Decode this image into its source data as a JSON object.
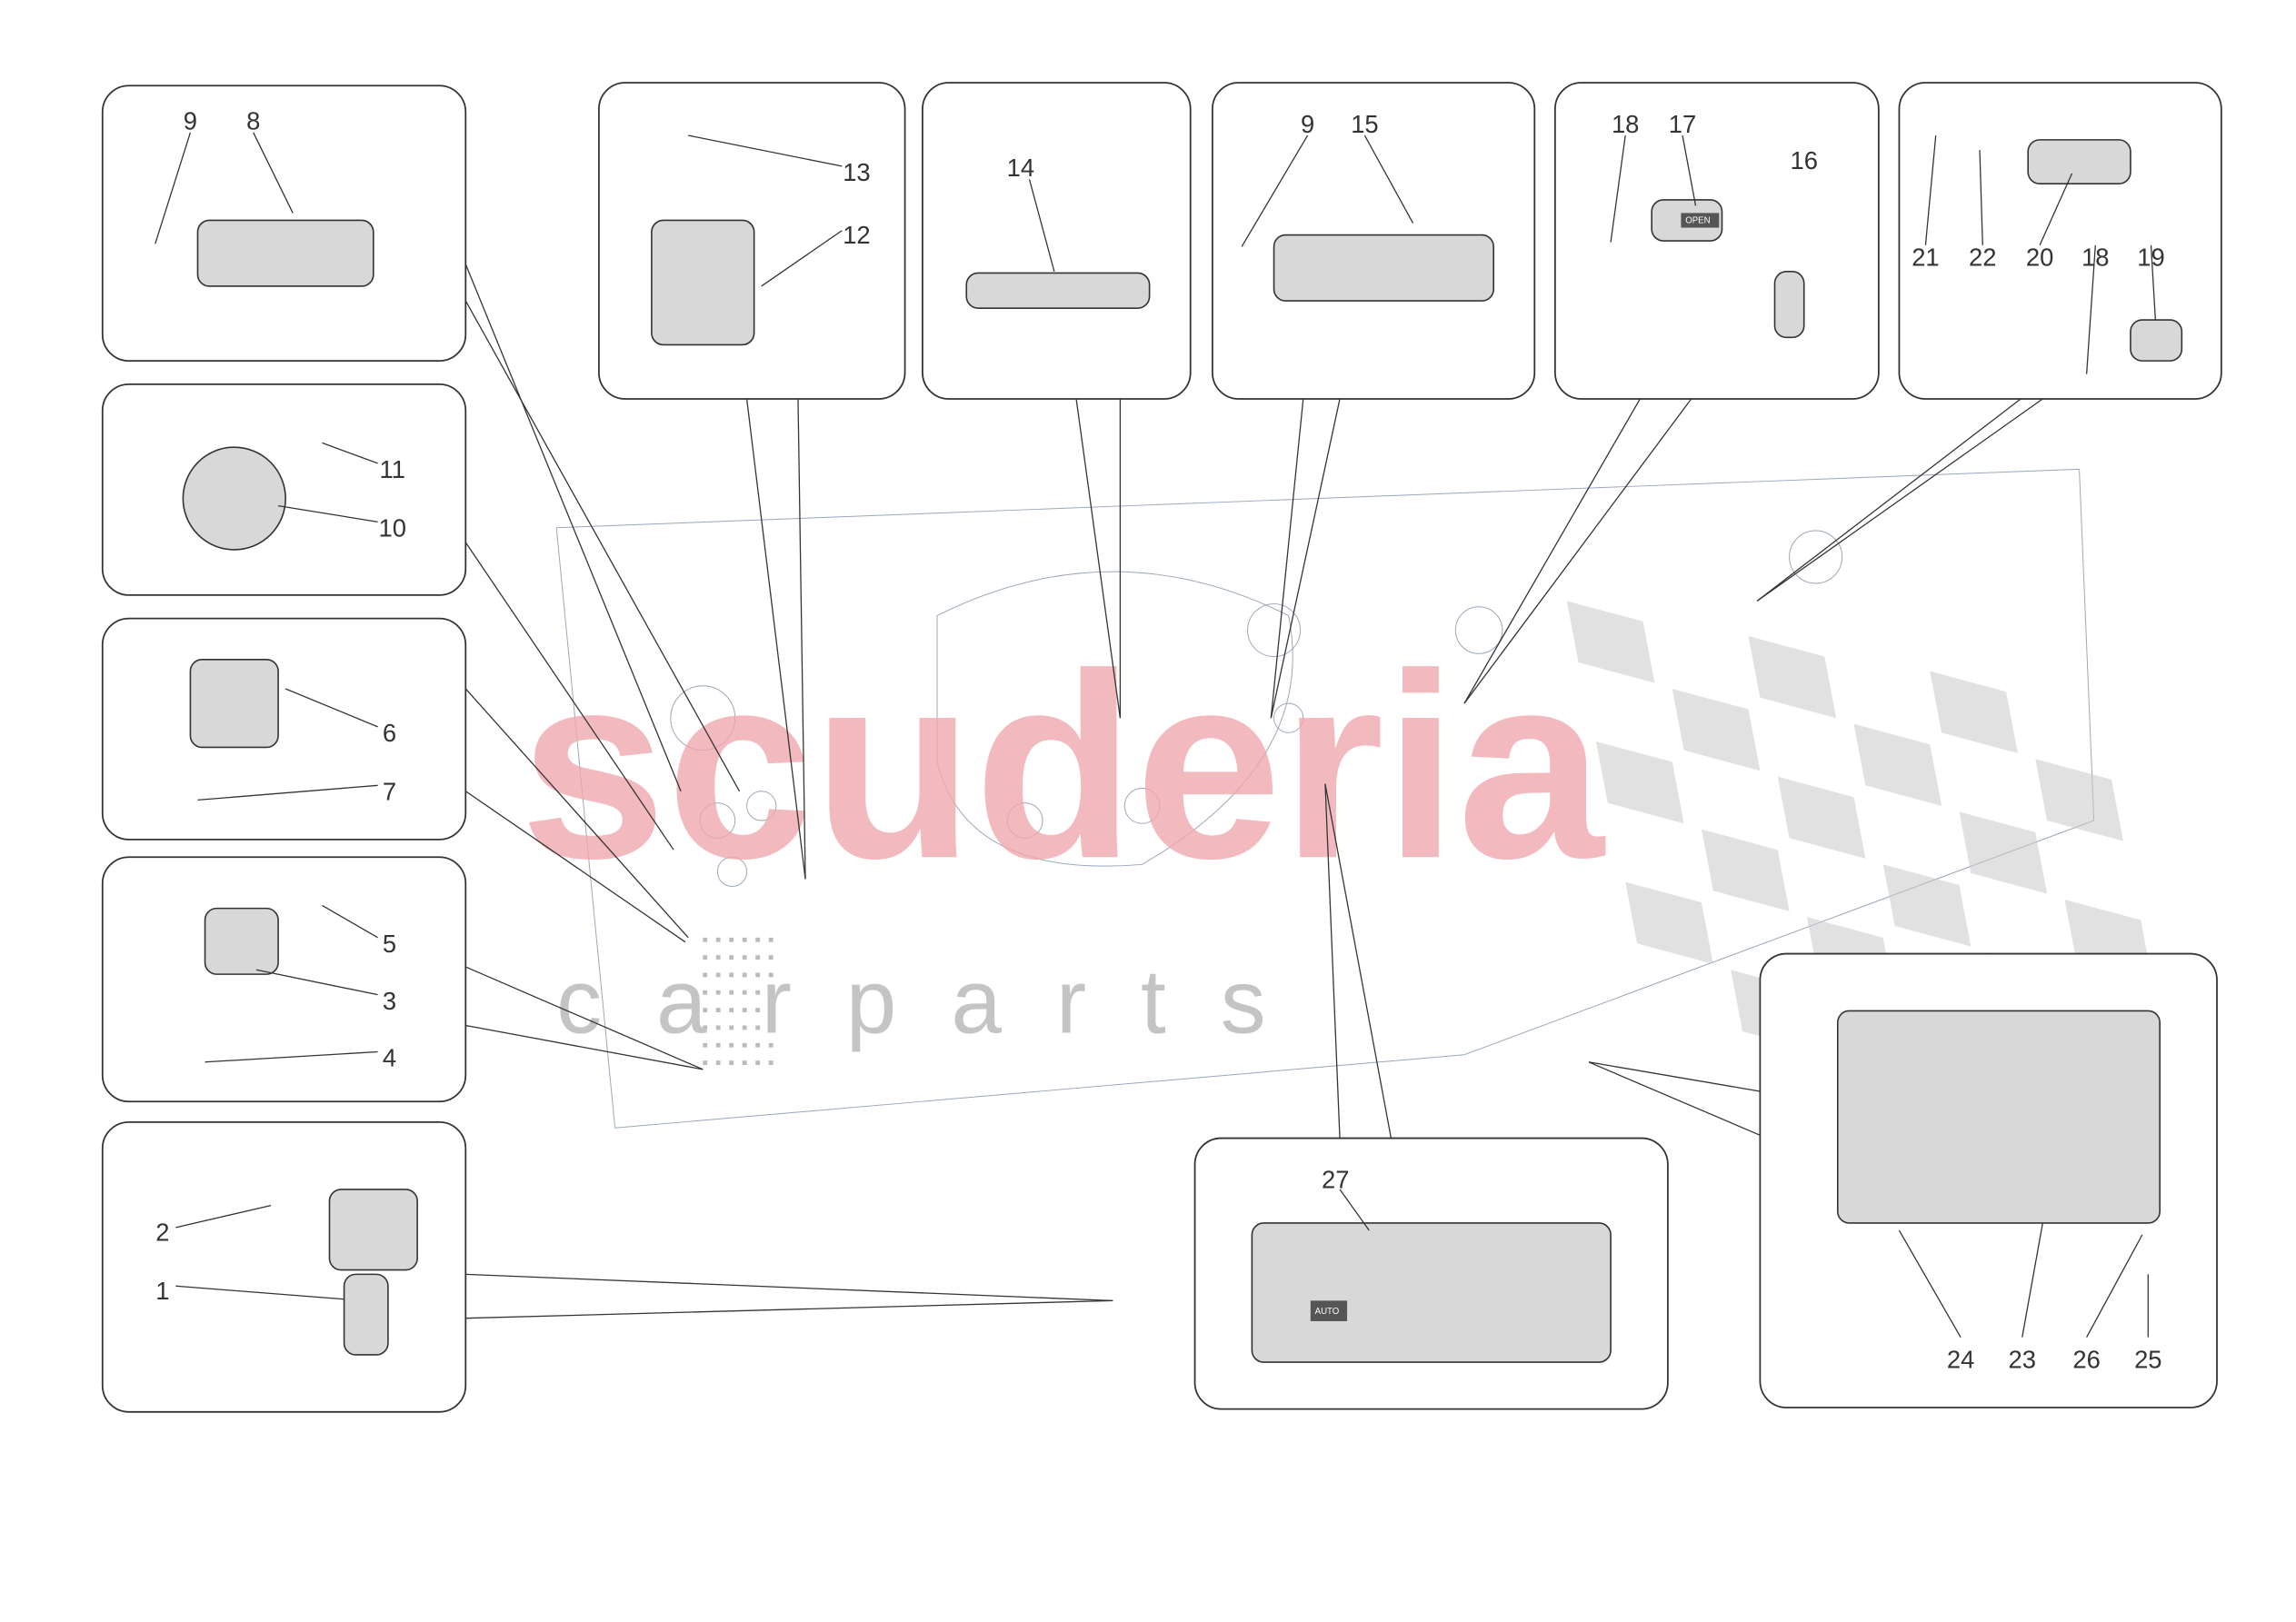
{
  "watermark": {
    "brand": "scuderia",
    "sub": "c a r p a r t s",
    "brand_color": "#f0a8ae"
  },
  "panels": [
    {
      "id": "switch-module-left",
      "labels": [
        "9",
        "8"
      ]
    },
    {
      "id": "headlight-switch",
      "labels": [
        "11",
        "10"
      ]
    },
    {
      "id": "knob-switch",
      "labels": [
        "6",
        "7"
      ]
    },
    {
      "id": "small-switch",
      "labels": [
        "5",
        "3",
        "4"
      ]
    },
    {
      "id": "sensor",
      "labels": [
        "2",
        "1"
      ]
    },
    {
      "id": "trunk-switch",
      "labels": [
        "13",
        "12"
      ]
    },
    {
      "id": "center-switch-bar",
      "labels": [
        "14"
      ]
    },
    {
      "id": "switch-module-right",
      "labels": [
        "9",
        "15"
      ]
    },
    {
      "id": "open-switch",
      "labels": [
        "18",
        "17",
        "16"
      ]
    },
    {
      "id": "actuator",
      "labels": [
        "21",
        "22",
        "20",
        "18",
        "19"
      ]
    },
    {
      "id": "climate-control",
      "labels": [
        "27"
      ]
    },
    {
      "id": "console-tray",
      "labels": [
        "24",
        "23",
        "26",
        "25"
      ]
    }
  ],
  "part_text": {
    "auto": "AUTO",
    "open": "OPEN"
  }
}
